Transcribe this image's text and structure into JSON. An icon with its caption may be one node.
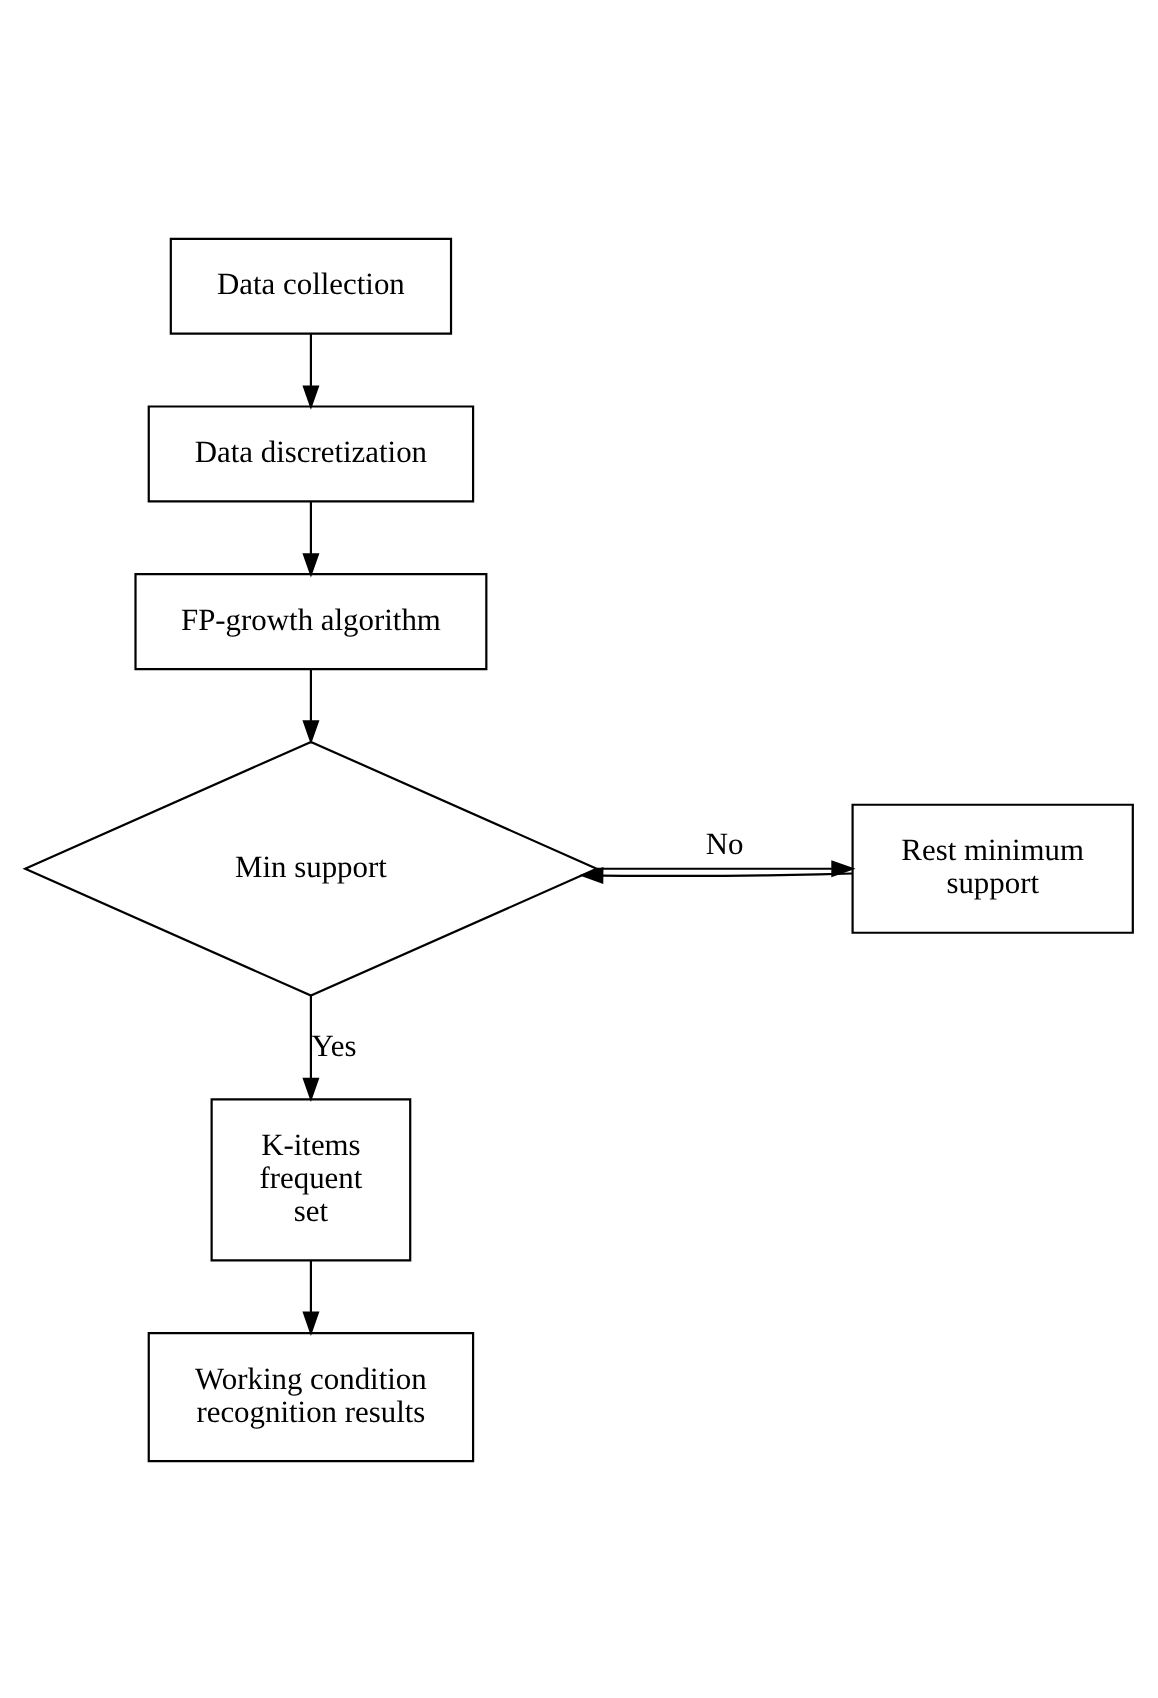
{
  "diagram": {
    "nodes": [
      {
        "text": [
          "Data collection"
        ]
      },
      {
        "text": [
          "Data discretization"
        ]
      },
      {
        "text": [
          "FP-growth algorithm"
        ]
      },
      {
        "text": [
          "Min support"
        ]
      },
      {
        "text": [
          "Rest minimum support"
        ]
      },
      {
        "text": [
          "K-items frequent set"
        ]
      },
      {
        "text": [
          "Working condition recognition results"
        ]
      }
    ],
    "edges": [
      {
        "from": 0,
        "to": 1,
        "arrow": "to"
      },
      {
        "from": 1,
        "to": 2,
        "arrow": "to"
      },
      {
        "from": 2,
        "to": 3,
        "arrow": "to"
      },
      {
        "from": 3,
        "to": 4,
        "arrow": "to",
        "label": "No"
      },
      {
        "from": 4,
        "to": 3,
        "arrow": "to"
      },
      {
        "from": 3,
        "to": 5,
        "arrow": "to",
        "label": "Yes"
      },
      {
        "from": 5,
        "to": 6,
        "arrow": "to"
      }
    ]
  }
}
